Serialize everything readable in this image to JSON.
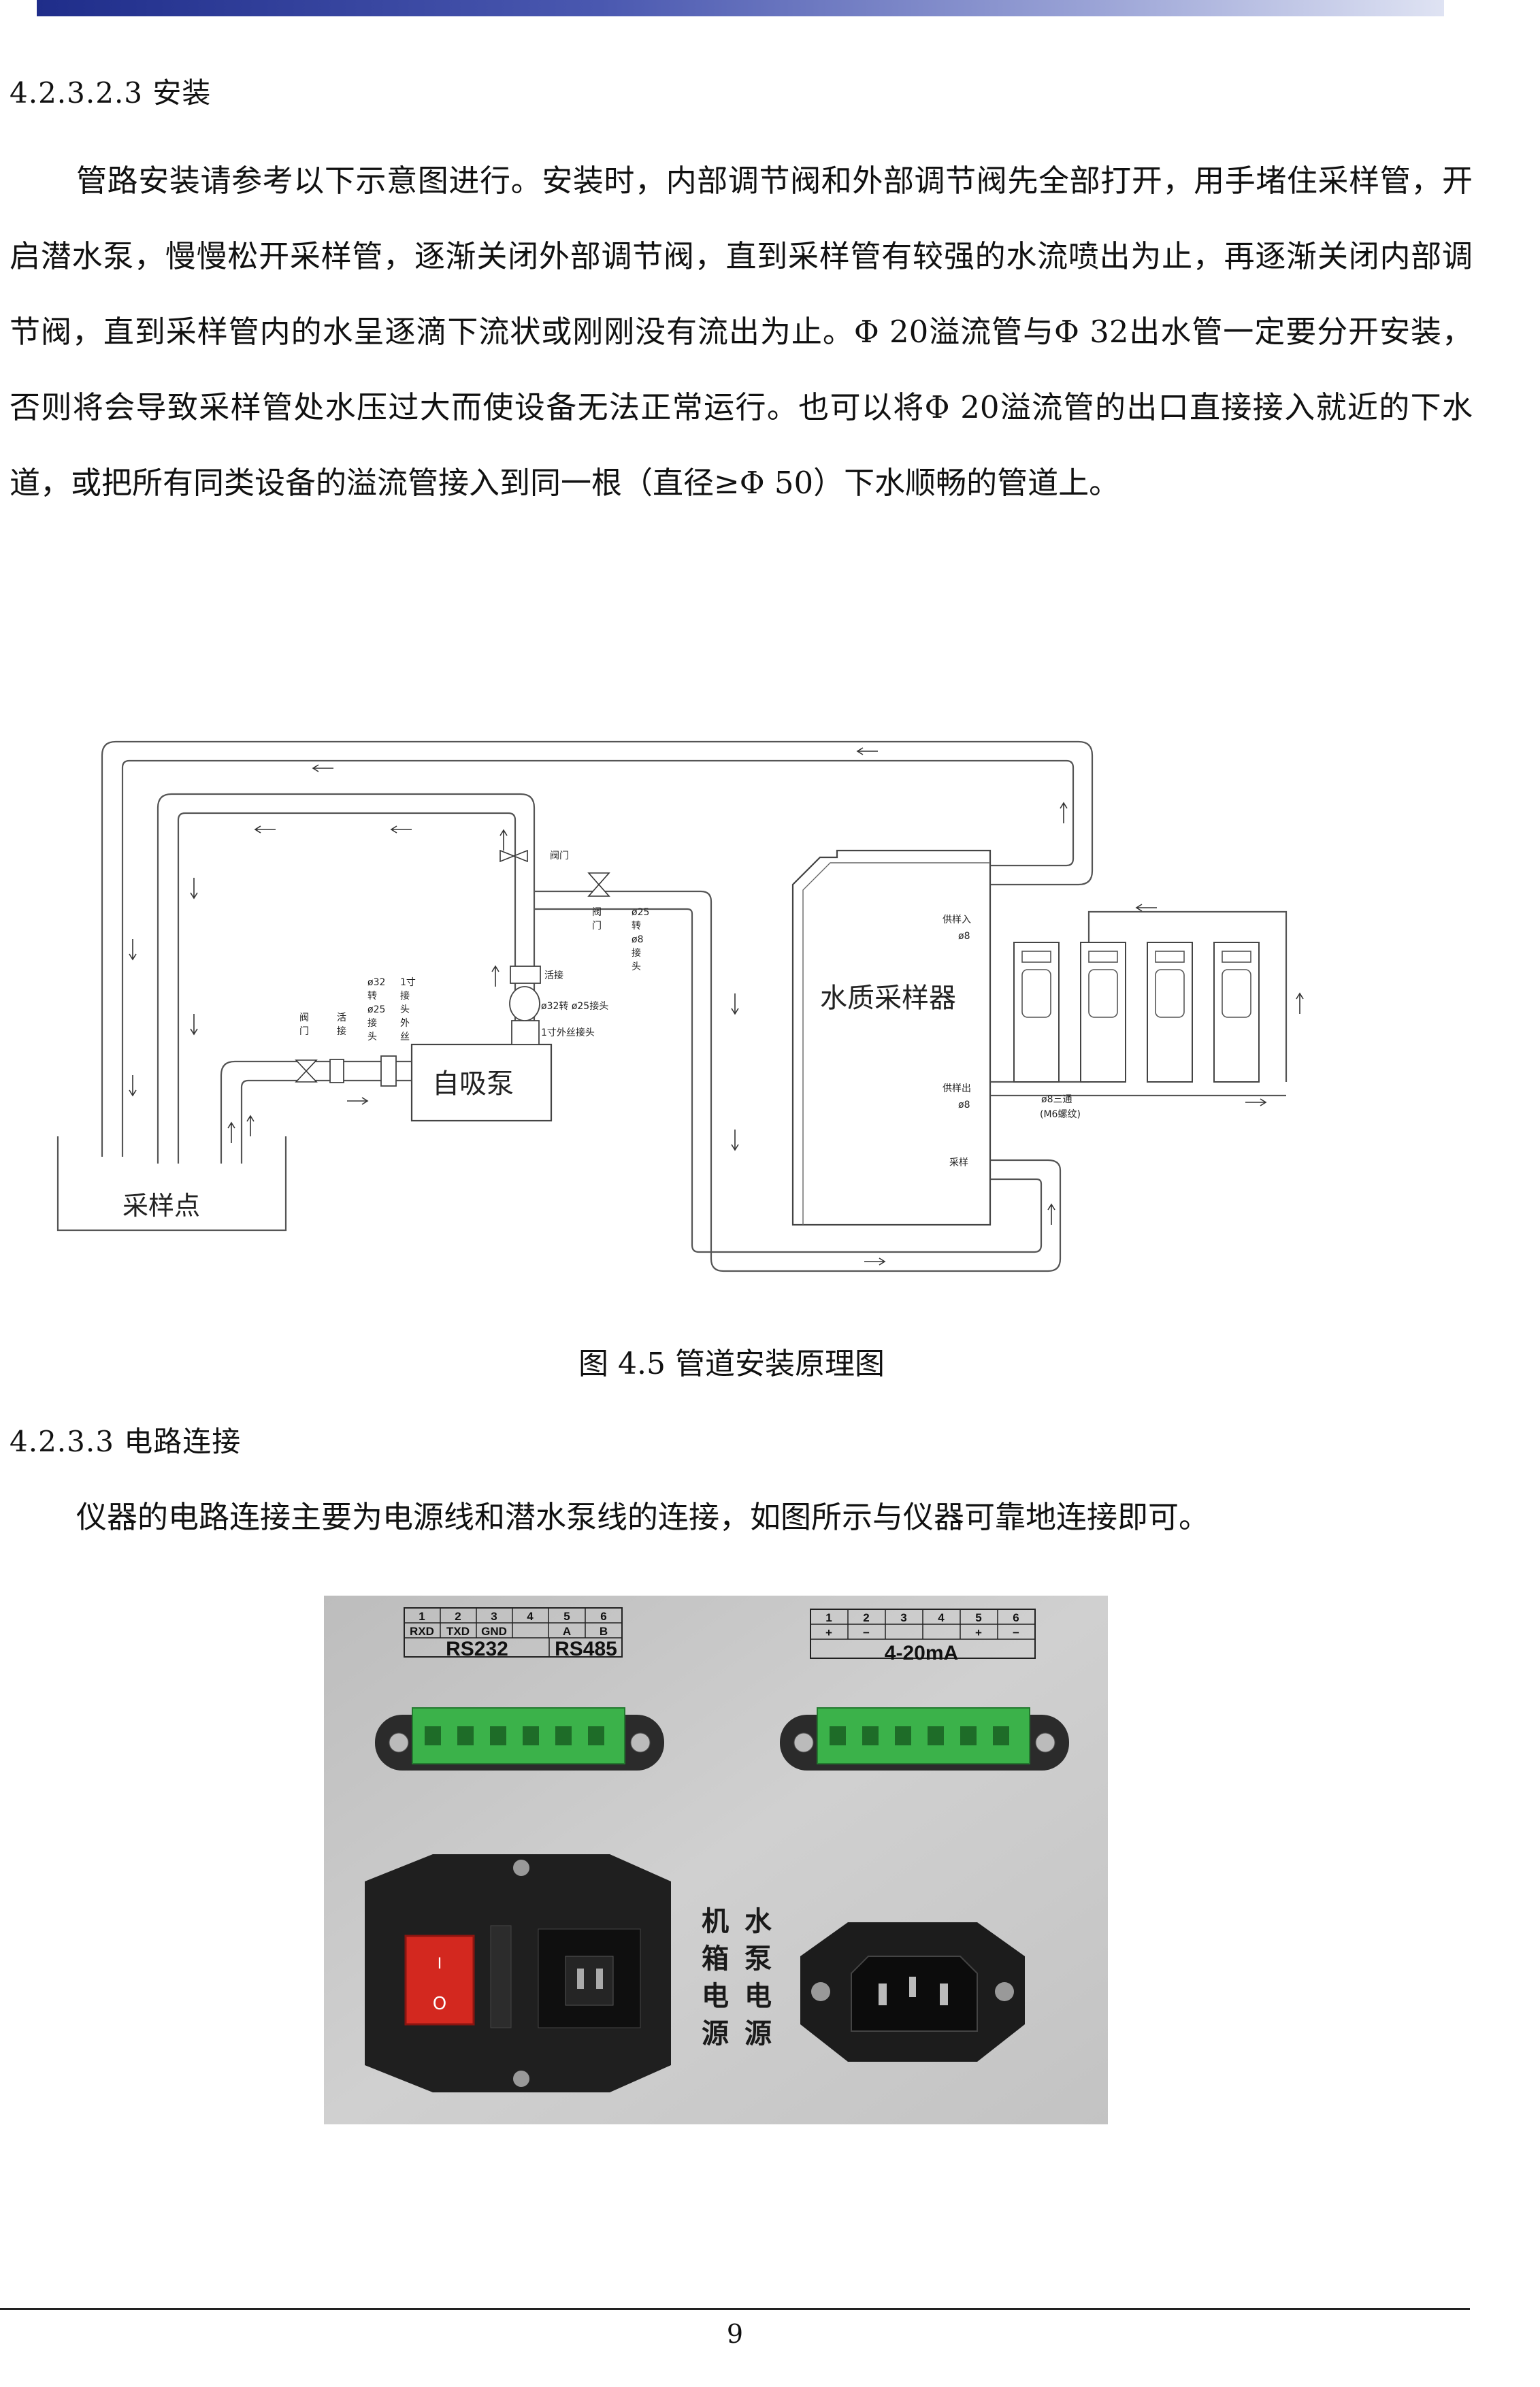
{
  "section_1": {
    "heading": "4.2.3.2.3 安装"
  },
  "paragraph_1": "管路安装请参考以下示意图进行。安装时，内部调节阀和外部调节阀先全部打开，用手堵住采样管，开启潜水泵，慢慢松开采样管，逐渐关闭外部调节阀，直到采样管有较强的水流喷出为止，再逐渐关闭内部调节阀，直到采样管内的水呈逐滴下流状或刚刚没有流出为止。Φ 20溢流管与Φ 32出水管一定要分开安装，否则将会导致采样管处水压过大而使设备无法正常运行。也可以将Φ 20溢流管的出口直接接入就近的下水道，或把所有同类设备的溢流管接入到同一根（直径≥Φ 50）下水顺畅的管道上。",
  "diagram": {
    "sampler": "水质采样器",
    "pump": "自吸泵",
    "sample_point": "采样点",
    "supply_in": "供样入",
    "supply_in_dia": "ø8",
    "supply_out": "供样出",
    "supply_out_dia": "ø8",
    "sampling": "采样",
    "tee": "ø8三通",
    "m6": "(M6螺纹)",
    "valve_top": "阀门",
    "valve_mid_a": "阀",
    "valve_mid_b": "门",
    "conv25_lines": [
      "ø25",
      "转",
      "ø8",
      "接",
      "头"
    ],
    "huojie": "活接",
    "huojie_left_a": "活",
    "huojie_left_b": "接",
    "valve_left_a": "阀",
    "valve_left_b": "门",
    "conv32_lines": [
      "ø32",
      "转",
      "ø25",
      "接",
      "头"
    ],
    "inch_lines": [
      "1寸",
      "接",
      "头",
      "外",
      "丝"
    ],
    "conv32_25": "ø32转 ø25接头",
    "inch_thread": "1寸外丝接头"
  },
  "figure_caption": "图 4.5 管道安装原理图",
  "section_2": {
    "heading": "4.2.3.3 电路连接"
  },
  "paragraph_2": "仪器的电路连接主要为电源线和潜水泵线的连接，如图所示与仪器可靠地连接即可。",
  "panel": {
    "left_numbers": [
      "1",
      "2",
      "3",
      "4",
      "5",
      "6"
    ],
    "left_signals": [
      "RXD",
      "TXD",
      "GND",
      "",
      "A",
      "B"
    ],
    "rs232": "RS232",
    "rs485": "RS485",
    "right_numbers": [
      "1",
      "2",
      "3",
      "4",
      "5",
      "6"
    ],
    "right_signals": [
      "+",
      "−",
      "",
      "",
      "+",
      "−"
    ],
    "ma_label": "4-20mA",
    "case_power": [
      "机",
      "箱",
      "电",
      "源"
    ],
    "pump_power": [
      "水",
      "泵",
      "电",
      "源"
    ],
    "switch_on": "I",
    "switch_off": "O",
    "colors": {
      "panel": "#c9c9c9",
      "terminal": "#3bb24a",
      "switch": "#d3281f"
    }
  },
  "page_number": "9"
}
